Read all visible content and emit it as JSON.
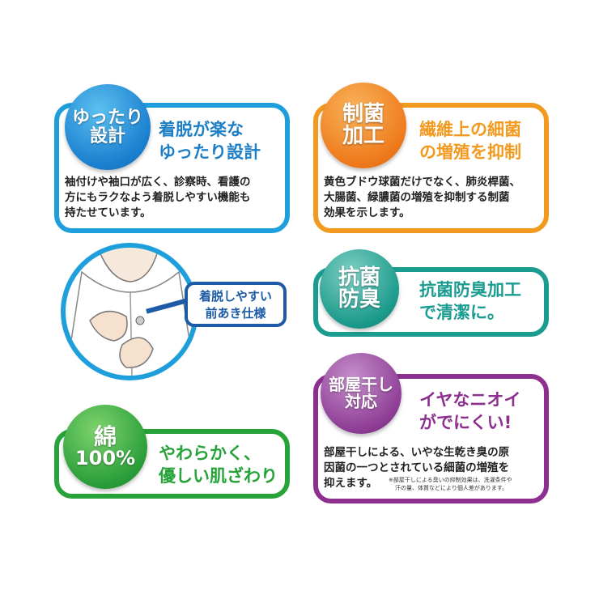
{
  "colors": {
    "blue": "#1e9fdc",
    "orange": "#f29a1f",
    "teal": "#1a9c91",
    "green": "#27a339",
    "purple": "#8c2f8f",
    "navy": "#1d5ba6"
  },
  "cards": [
    {
      "badge": [
        "ゆったり",
        "設計"
      ],
      "heading": [
        "着脱が楽な",
        "ゆったり設計"
      ],
      "body": [
        "袖付けや袖口が広く、診察時、看護の",
        "方にもラクなよう着脱しやすい機能も",
        "持たせています。"
      ]
    },
    {
      "badge": [
        "制菌",
        "加工"
      ],
      "heading": [
        "繊維上の細菌",
        "の増殖を抑制"
      ],
      "body": [
        "黄色ブドウ球菌だけでなく、肺炎桿菌、",
        "大腸菌、緑膿菌の増殖を抑制する制菌",
        "効果を示します。"
      ]
    },
    {
      "callout": [
        "着脱しやすい",
        "前あき仕様"
      ]
    },
    {
      "badge": [
        "抗菌",
        "防臭"
      ],
      "heading": [
        "抗菌防臭加工",
        "で清潔に。"
      ]
    },
    {
      "badge": [
        "綿",
        "100%"
      ],
      "heading": [
        "やわらかく、",
        "優しい肌ざわり"
      ]
    },
    {
      "badge": [
        "部屋干し",
        "対応"
      ],
      "heading": [
        "イヤなニオイ",
        "がでにくい!"
      ],
      "body": [
        "部屋干しによる、いやな生乾き臭の原",
        "因菌の一つとされている細菌の増殖を",
        "抑えます。"
      ],
      "note": [
        "※部屋干しによる臭いの抑制効果は、洗濯条件や",
        "汗の量、体質などにより個人差があります。"
      ]
    }
  ]
}
